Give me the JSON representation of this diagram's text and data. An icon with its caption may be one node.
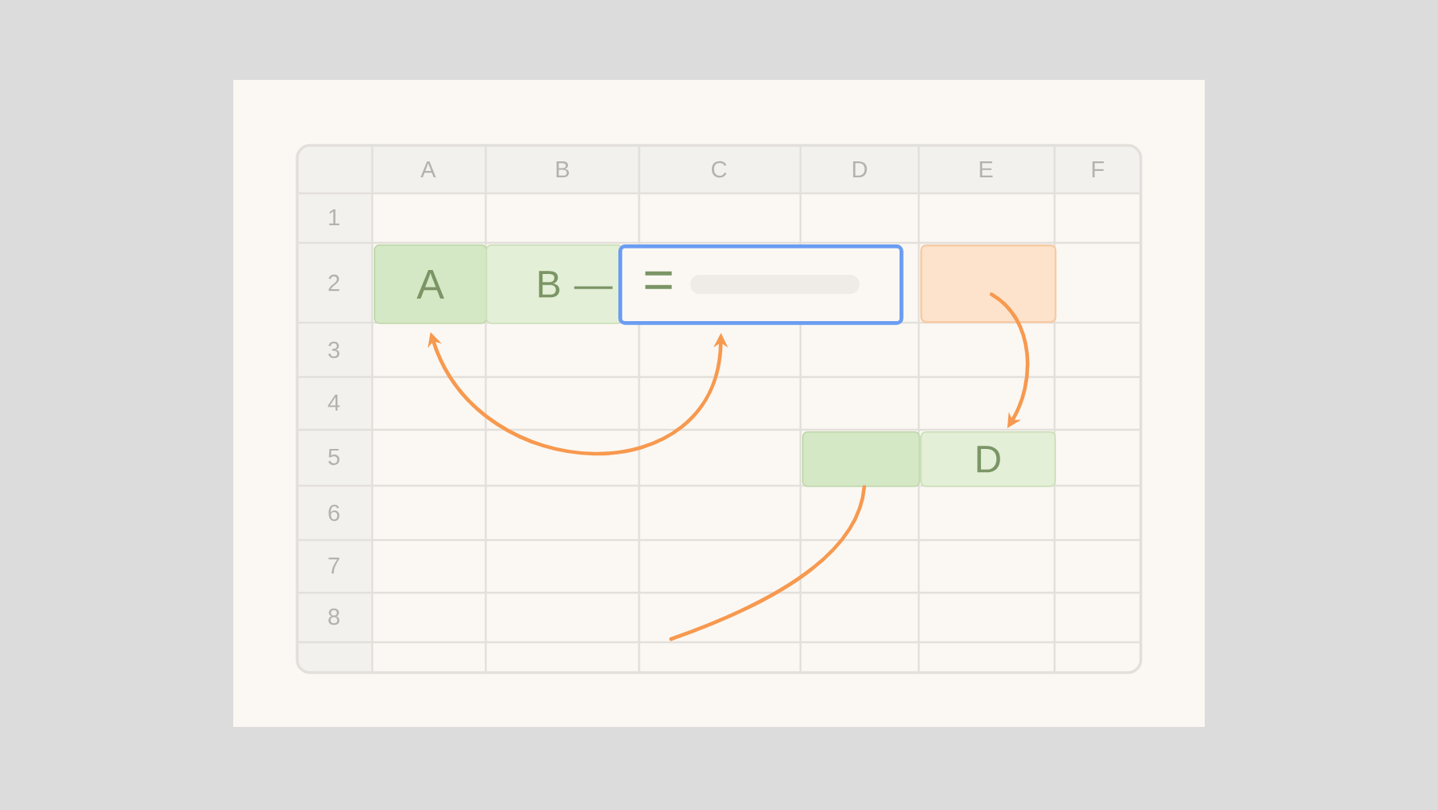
{
  "diagram": {
    "nodes": [
      {
        "text": [
          "A"
        ]
      },
      {
        "text": [
          "B —"
        ]
      },
      {
        "text": [
          "="
        ]
      },
      {
        "text": [],
        "shape": "box"
      },
      {
        "text": [],
        "shape": "box"
      },
      {
        "text": [
          "D"
        ]
      }
    ],
    "edges": [
      {
        "from": 0,
        "to": 2,
        "arrow": "both"
      },
      {
        "from": 3,
        "to": 5,
        "arrow": "to"
      },
      {
        "from": 4,
        "to": null,
        "arrow": "none"
      }
    ],
    "labels": [
      "A",
      "B",
      "C",
      "D",
      "E",
      "F",
      "1",
      "2",
      "3",
      "4",
      "5",
      "6",
      "7",
      "8"
    ]
  }
}
